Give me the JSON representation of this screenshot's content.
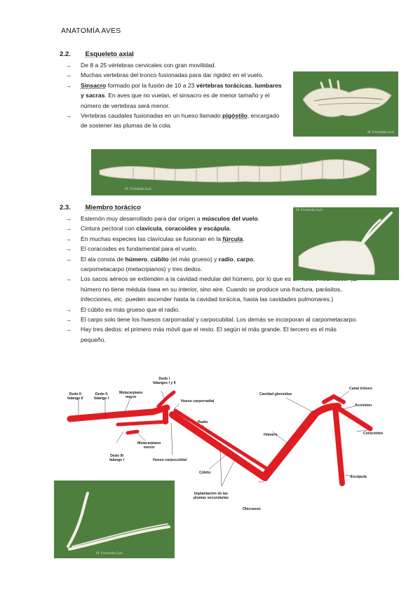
{
  "header": {
    "title": "ANATOMÍA AVES"
  },
  "section1": {
    "number": "2.2.",
    "title": "Esqueleto axial",
    "bullets": [
      {
        "plain": "De 8 a 25 vértebras cervicales con gran movilidad."
      },
      {
        "plain": "Muchas vertebras del tronco fusionadas para dar rigidez en el vuelo."
      },
      {
        "b1": "Sinsacro",
        "t1": " formado por la fusión de 10 a 23 ",
        "b2": "vértebras torácicas",
        "t2": ", ",
        "b3": "lumbares y sacras",
        "t3": ". En aves que no vuelan, el sinsacro es de menor tamaño y el número de vertebras será menor."
      },
      {
        "t1": "Vertebras caudales fusionadas en un hueso llamado ",
        "b1": "pigóstilo",
        "t2": ", encargado de sostener las plumas de la cola."
      }
    ],
    "photo_caption_1": "M. Fernández Luis",
    "photo_caption_2": "M. Fernández Luis"
  },
  "section2": {
    "number": "2.3.",
    "title": "Miembro torácico",
    "bullets": [
      {
        "t1": "Esternón muy desarrollado para dar origen a ",
        "b1": "músculos del vuelo",
        "t2": "."
      },
      {
        "t1": "Cintura pectoral con ",
        "b1": "clavícula",
        "t2": ", ",
        "b2": "coracoides y escápula",
        "t3": "."
      },
      {
        "t1": "En muchas especies las clavículas se fusionan en la ",
        "b1": "fúrcula",
        "t2": "."
      },
      {
        "plain": "El coracoides es fundamental para el vuelo."
      },
      {
        "t1": "El ala consta de ",
        "b1": "húmero",
        "t2": ", ",
        "b2": "cúbito",
        "t3": " (el más grueso) y ",
        "b3": "radio",
        "t4": ", ",
        "b4": "carpo",
        "t5": ", carpometacarpo (metacrpianos) y tres dedos."
      },
      {
        "plain": "Los sacos aéreos se extienden a la cavidad medular del húmero, por lo que es un hueso neumático. (El húmero no tiene médula ósea en su interior, sino aire. Cuando se produce una fractura, parásitos, infecciones, etc. pueden ascender hasta la cavidad torácica, hasta las cavidades pulmonares.)"
      },
      {
        "plain": "El cúbito es más grueso que el radio."
      },
      {
        "plain": "El carpo solo tiene los huesos carporradial y carpocubital. Los demás se incorporan al carpometacarpo."
      },
      {
        "plain": "Hay tres dedos: el primero más móvil que el resto. El según el más grande. El tercero es el más pequeño."
      }
    ],
    "photo_caption_1": "M. Fernández Luis",
    "photo_caption_2": "M. Fernández Luis"
  },
  "diagram": {
    "labels": {
      "dedo2": "Dedo II\nfalange II",
      "dedo2b": "Dedo II\nfalange I",
      "metacarpiano_mayor": "Metacarpiano\nmayor",
      "dedo1": "Dedo I\nfalanges I y II",
      "hueso_carporradial": "Hueso carporradial",
      "radio": "Radio",
      "metacarpiano_menor": "Metacarpiano\nmenor",
      "dedo3": "Dedo III\nfalange I",
      "hueso_carpocubital": "Hueso carpocubital",
      "cubito": "Cúbito",
      "implantacion": "Implantación de las\nplumas secundarias",
      "olecranon": "Olécranon",
      "humero": "Húmero",
      "cavidad_glenoidea": "Cavidad glenoidea",
      "canal_trioseo": "Canal trióseo",
      "acromion": "Acromion",
      "coracoides": "Coracoides",
      "escapula": "Escápula"
    },
    "colors": {
      "bone": "#e11d24",
      "photo_bg": "#4f7f3f"
    }
  }
}
